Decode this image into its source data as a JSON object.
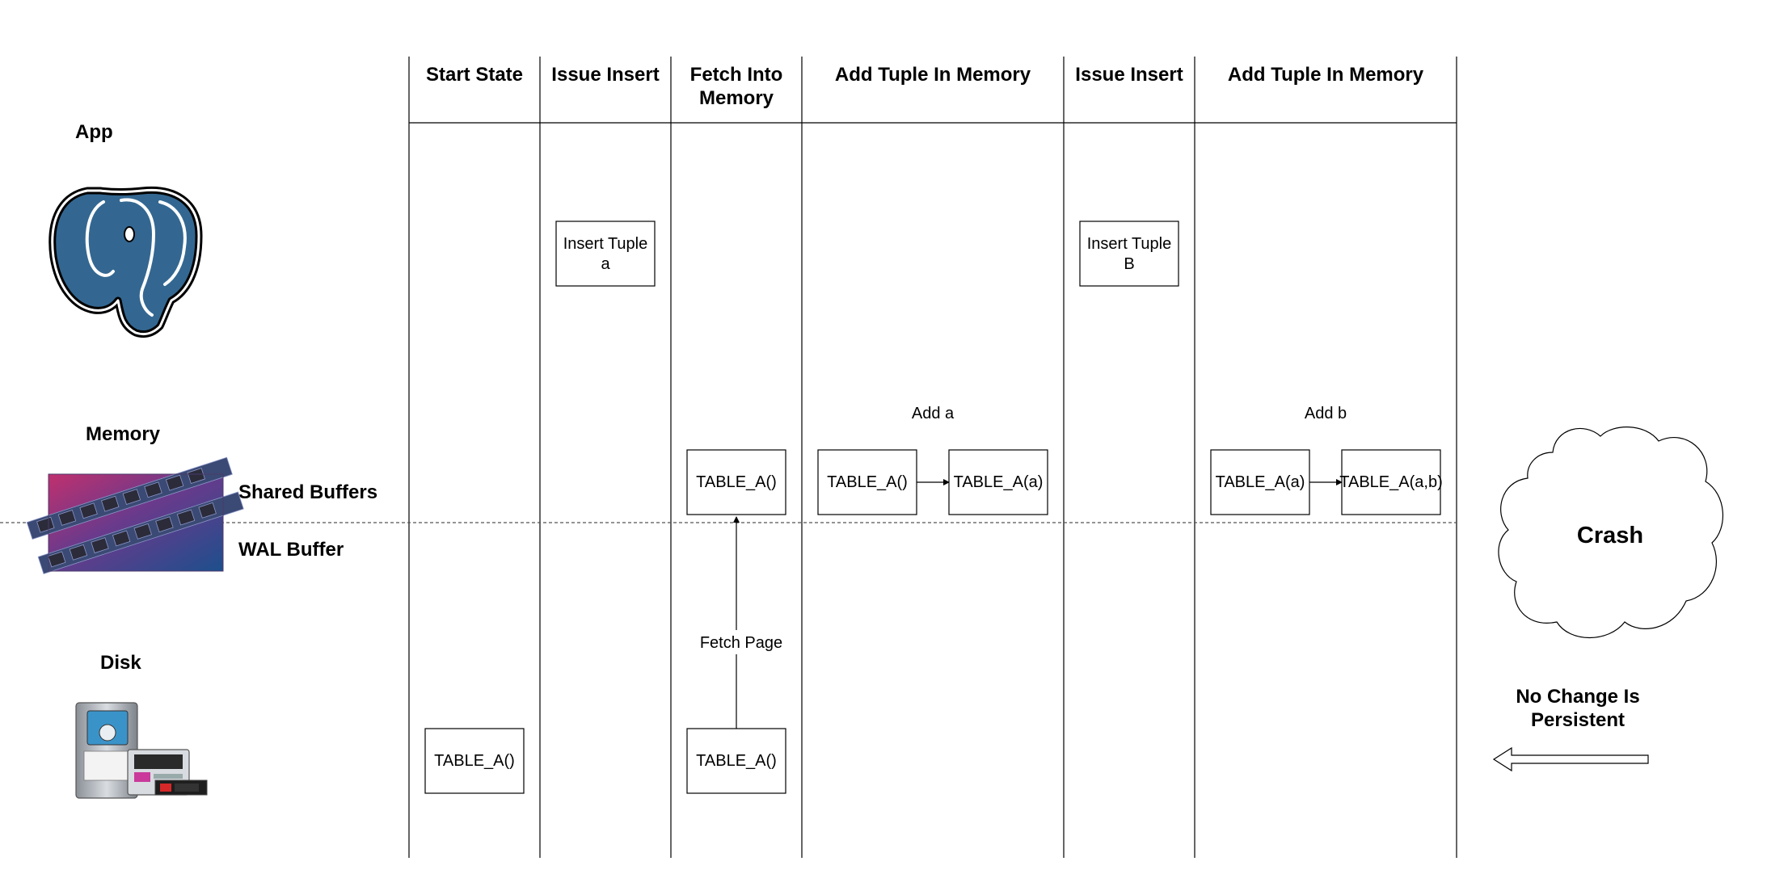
{
  "rows": {
    "app": "App",
    "memory": "Memory",
    "shared_buffers": "Shared Buffers",
    "wal_buffer": "WAL Buffer",
    "disk": "Disk"
  },
  "columns": [
    {
      "line1": "Start State",
      "line2": ""
    },
    {
      "line1": "Issue Insert",
      "line2": ""
    },
    {
      "line1": "Fetch Into",
      "line2": "Memory"
    },
    {
      "line1": "Add Tuple In Memory",
      "line2": ""
    },
    {
      "line1": "Issue Insert",
      "line2": ""
    },
    {
      "line1": "Add Tuple In Memory",
      "line2": ""
    }
  ],
  "app_boxes": [
    {
      "line1": "Insert Tuple",
      "line2": "a"
    },
    {
      "line1": "Insert Tuple",
      "line2": "B"
    }
  ],
  "memory": {
    "fetch_box": "TABLE_A()",
    "add_a_label": "Add a",
    "add_a_from": "TABLE_A()",
    "add_a_to": "TABLE_A(a)",
    "add_b_label": "Add b",
    "add_b_from": "TABLE_A(a)",
    "add_b_to": "TABLE_A(a,b)"
  },
  "disk": {
    "start_box": "TABLE_A()",
    "fetch_box": "TABLE_A()",
    "fetch_label": "Fetch Page"
  },
  "crash": {
    "label": "Crash",
    "note_line1": "No Change Is",
    "note_line2": "Persistent"
  },
  "icons": {
    "app": "postgres-elephant-icon",
    "memory": "ram-chips-icon",
    "disk": "storage-drives-icon"
  },
  "colors": {
    "elephant_fill": "#336791",
    "elephant_outline": "#000000",
    "line": "#000000",
    "divider": "#555555"
  }
}
